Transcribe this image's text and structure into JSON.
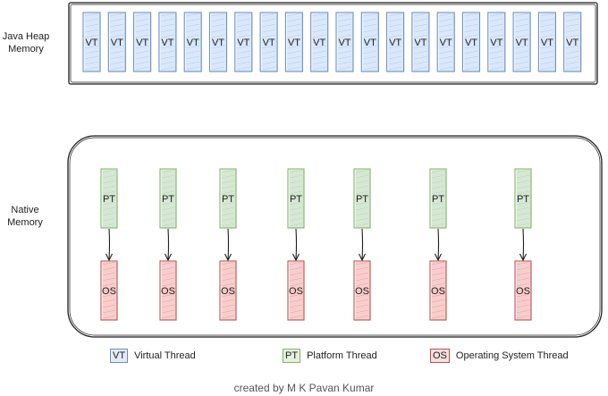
{
  "heap": {
    "label": "Java Heap\nMemory",
    "thread_label": "VT",
    "count": 20
  },
  "native": {
    "label": "Native\nMemory",
    "pt_label": "PT",
    "os_label": "OS",
    "count": 7
  },
  "legend": [
    {
      "abbr": "VT",
      "text": "Virtual Thread",
      "kind": "vt"
    },
    {
      "abbr": "PT",
      "text": "Platform Thread",
      "kind": "pt"
    },
    {
      "abbr": "OS",
      "text": "Operating System Thread",
      "kind": "os"
    }
  ],
  "credit": "created by M K Pavan Kumar",
  "colors": {
    "vt_stroke": "#6c8ebf",
    "vt_fill": "#dae8fc",
    "pt_stroke": "#82b366",
    "pt_fill": "#d5e8d4",
    "os_stroke": "#b85450",
    "os_fill": "#f8cecc",
    "border": "#1e1e1e"
  }
}
